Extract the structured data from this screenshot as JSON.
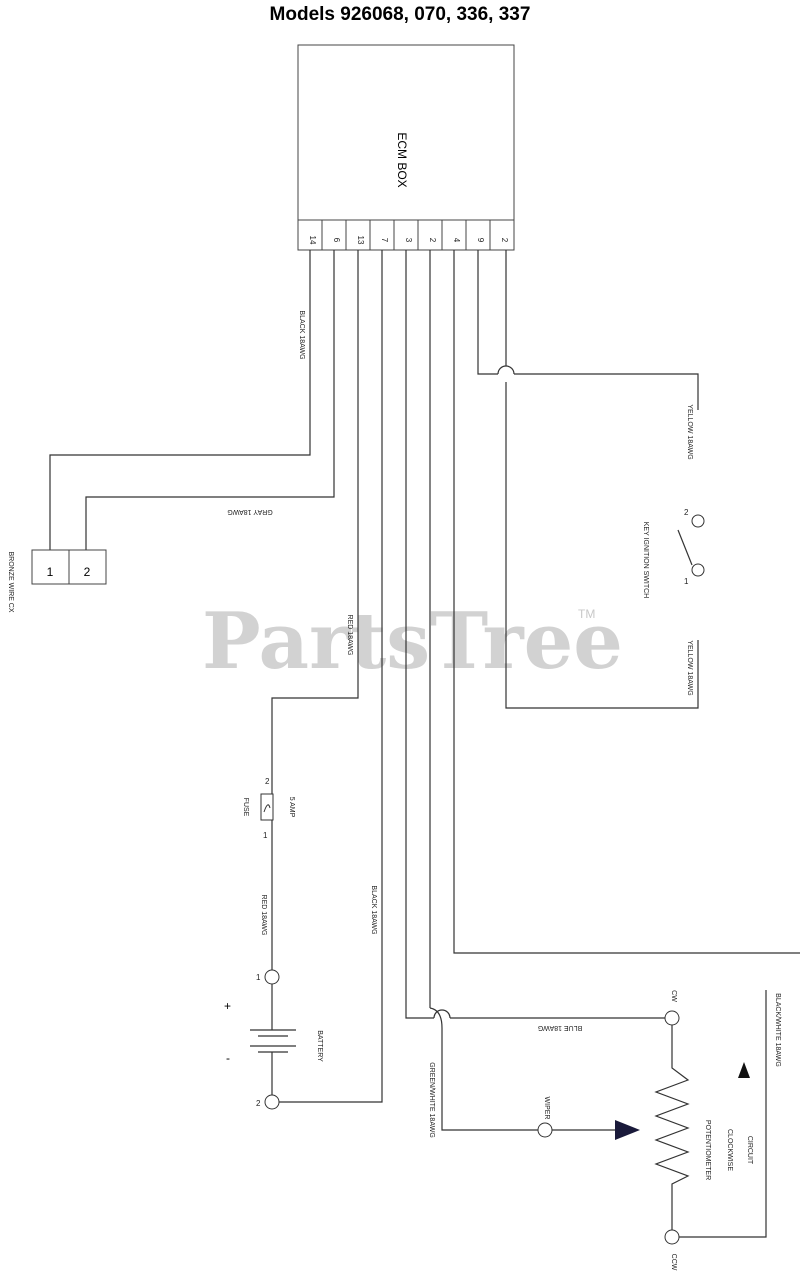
{
  "title": "Models 926068, 070, 336, 337",
  "watermark": {
    "text": "PartsTree",
    "tm": "TM"
  },
  "ecm": {
    "label": "ECM BOX",
    "pins": [
      "14",
      "6",
      "13",
      "7",
      "3",
      "2",
      "4",
      "9",
      "2"
    ]
  },
  "connector": {
    "label": "BRONZE WIRE CX",
    "pins": [
      "1",
      "2"
    ]
  },
  "fuse": {
    "label": "FUSE",
    "rating": "5 AMP",
    "pin1": "1",
    "pin2": "2"
  },
  "battery": {
    "label": "BATTERY",
    "plus": "+",
    "minus": "-",
    "pin1": "1",
    "pin2": "2"
  },
  "ignition": {
    "label": "KEY IGNITION SWITCH",
    "pin1": "1",
    "pin2": "2"
  },
  "potentiometer": {
    "label_line1": "POTENTIOMETER",
    "label_line2": "CLOCKWISE",
    "label_line3": "CIRCUIT",
    "cw": "CW",
    "ccw": "CCW",
    "wiper": "WIPER"
  },
  "wires": {
    "black_18awg_top": "BLACK 18AWG",
    "gray_18awg": "GRAY 18AWG",
    "red_18awg_upper": "RED 18AWG",
    "red_18awg_lower": "RED 18AWG",
    "black_18awg_mid": "BLACK 18AWG",
    "yellow_18awg_top": "YELLOW 18AWG",
    "yellow_18awg_bottom": "YELLOW 18AWG",
    "blue_18awg": "BLUE 18AWG",
    "green_white_18awg": "GREEN/WHITE 18AWG",
    "black_white_18awg": "BLACK/WHITE 18AWG"
  }
}
